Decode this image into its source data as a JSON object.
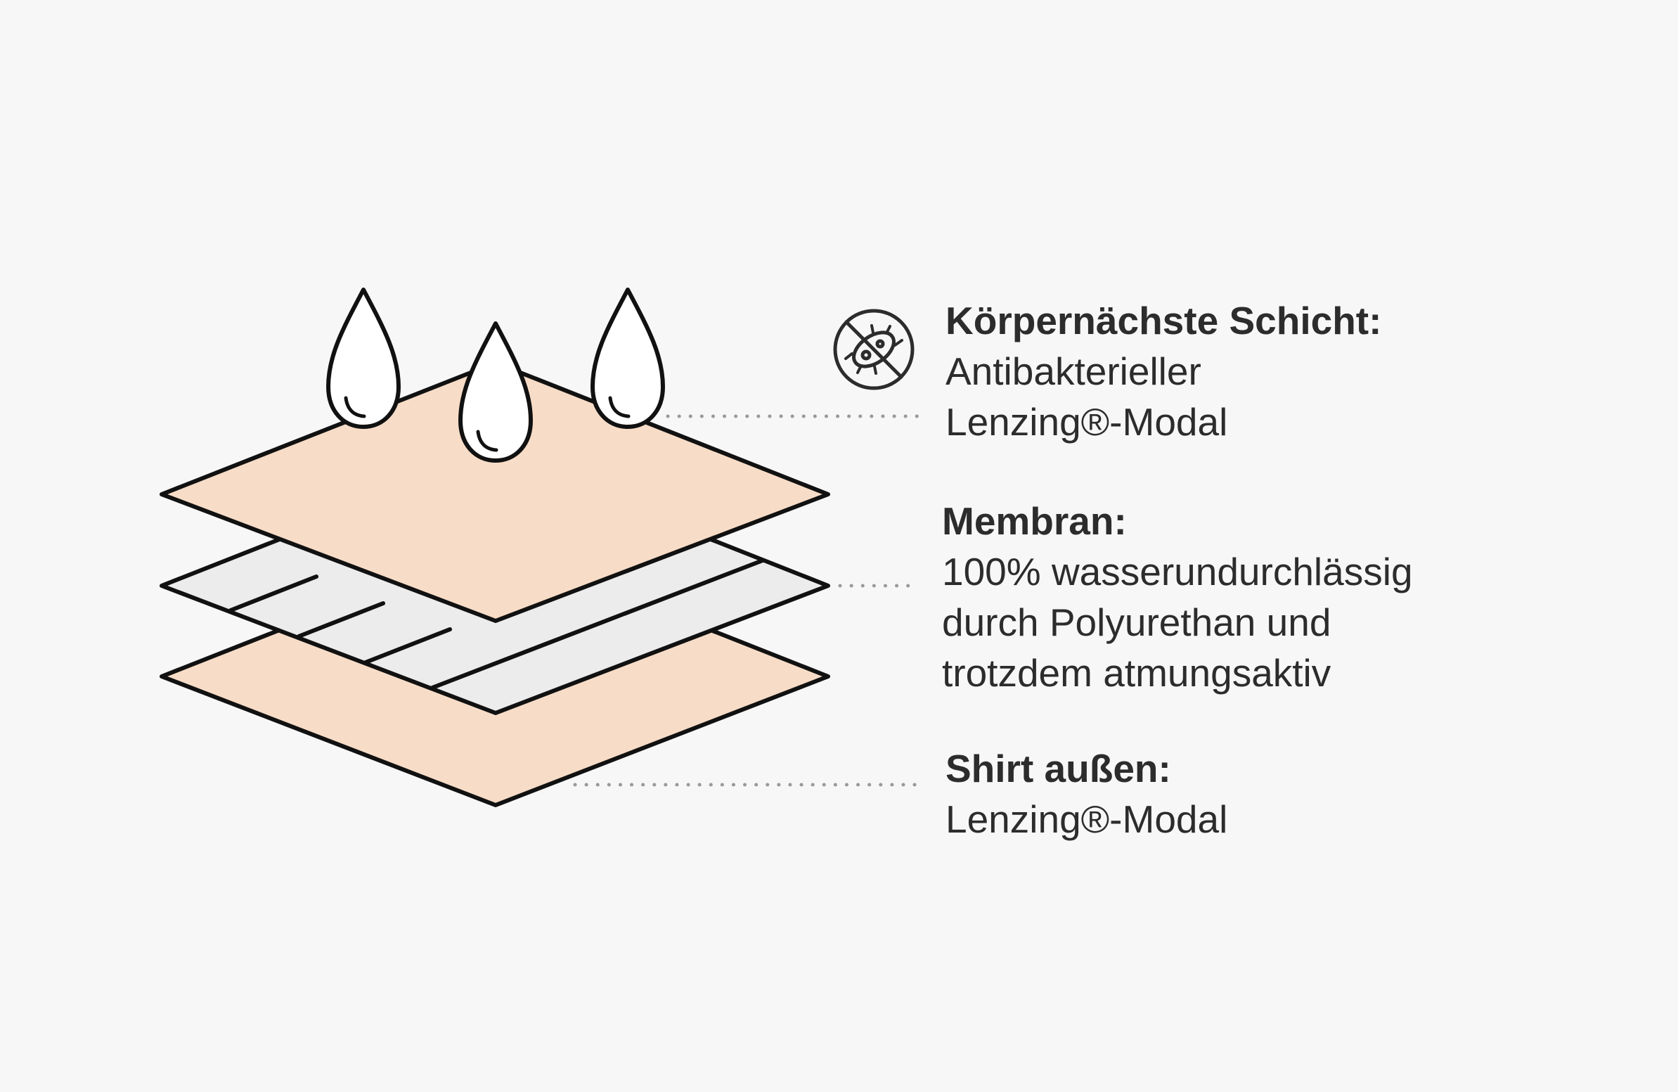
{
  "colors": {
    "background": "#f7f7f7",
    "fabric": "#f7dcc7",
    "membrane": "#ececec",
    "outline": "#111111",
    "drop": "#ffffff",
    "dots": "#9a9a9a",
    "text": "#2c2c2c"
  },
  "icons": {
    "no_bacteria": "no-bacteria-icon",
    "drops": "water-drop-icon"
  },
  "layers": [
    {
      "title": "Körpernächste Schicht:",
      "lines": [
        "Antibakterieller",
        "Lenzing®-Modal"
      ]
    },
    {
      "title": "Membran:",
      "lines": [
        "100% wasserundurchlässig",
        "durch Polyurethan und",
        "trotzdem atmungsaktiv"
      ]
    },
    {
      "title": "Shirt außen:",
      "lines": [
        "Lenzing®-Modal"
      ]
    }
  ]
}
